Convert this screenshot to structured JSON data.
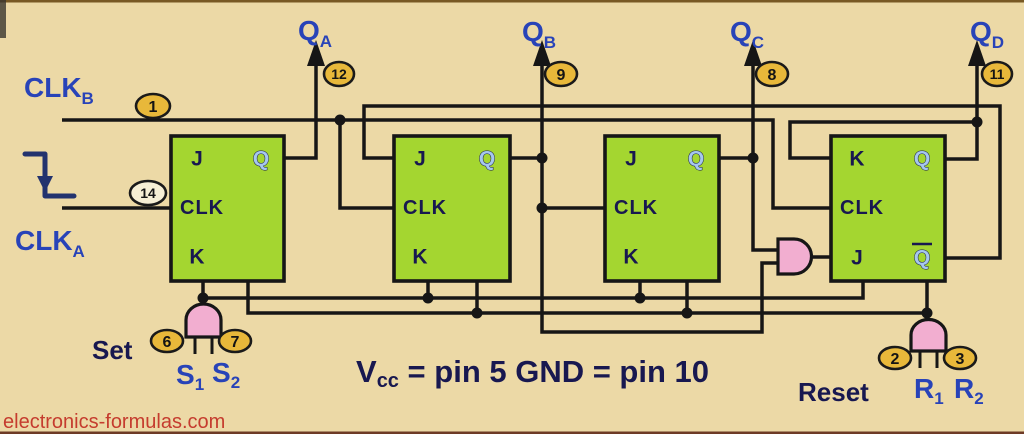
{
  "colors": {
    "background": "#ecd9a6",
    "wire": "#161616",
    "box_fill": "#a4d630",
    "gate_fill": "#f2aed0",
    "oval_fill": "#e8b83a",
    "oval_light_fill": "#f6efd5",
    "blue": "#2843b8",
    "navy": "#181850",
    "q_blue": "#a6c8ee",
    "red": "#c53c2e",
    "edge_blue": "#23336e",
    "top_edge": "#6b4a16",
    "bottom_edge": "#5f2818"
  },
  "clock_inputs": {
    "clkb": {
      "label": "CLK",
      "sub": "B"
    },
    "clka": {
      "label": "CLK",
      "sub": "A"
    }
  },
  "outputs": {
    "qa": {
      "label": "Q",
      "sub": "A"
    },
    "qb": {
      "label": "Q",
      "sub": "B"
    },
    "qc": {
      "label": "Q",
      "sub": "C"
    },
    "qd": {
      "label": "Q",
      "sub": "D"
    }
  },
  "pins": {
    "clkb": "1",
    "clka": "14",
    "qa": "12",
    "qb": "9",
    "qc": "8",
    "qd": "11",
    "s1": "6",
    "s2": "7",
    "r1": "2",
    "r2": "3"
  },
  "flipflops": [
    {
      "j": "J",
      "clk": "CLK",
      "k": "K",
      "q": "Q"
    },
    {
      "j": "J",
      "clk": "CLK",
      "k": "K",
      "q": "Q"
    },
    {
      "j": "J",
      "clk": "CLK",
      "k": "K",
      "q": "Q"
    },
    {
      "k": "K",
      "clk": "CLK",
      "j": "J",
      "q": "Q",
      "qbar": "Q"
    }
  ],
  "set_section": {
    "label": "Set",
    "s1": {
      "label": "S",
      "sub": "1"
    },
    "s2": {
      "label": "S",
      "sub": "2"
    }
  },
  "reset_section": {
    "label": "Reset",
    "r1": {
      "label": "R",
      "sub": "1"
    },
    "r2": {
      "label": "R",
      "sub": "2"
    }
  },
  "caption": {
    "v": "V",
    "v_sub": "cc",
    "rest": " = pin 5  GND = pin 10"
  },
  "watermark": "electronics-formulas.com"
}
